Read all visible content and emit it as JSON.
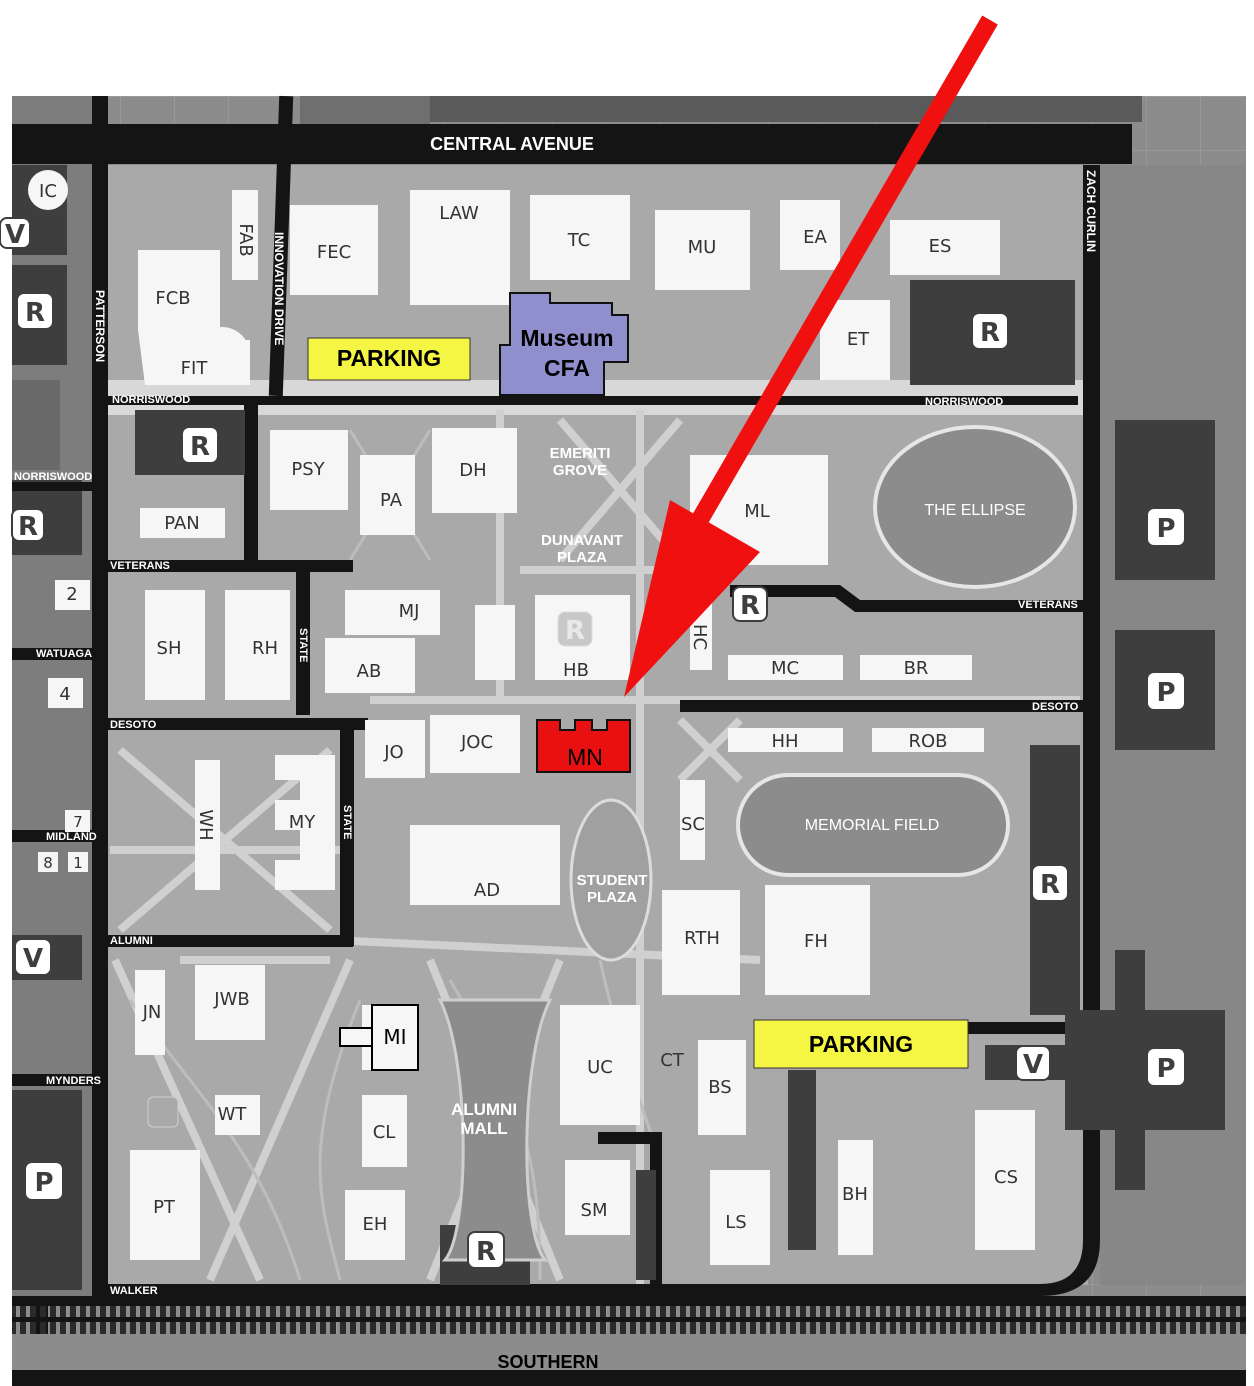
{
  "colors": {
    "background": "#8c8c8c",
    "building": "#f6f6f6",
    "dark_block": "#3e3e3e",
    "road": "#141414",
    "parking_highlight": "#f5f543",
    "museum": "#8f8fce",
    "target": "#e81010",
    "arrow": "#f01010"
  },
  "roads": {
    "central": "CENTRAL AVENUE",
    "southern": "SOUTHERN",
    "zach_curlin": "ZACH CURLIN",
    "patterson": "PATTERSON",
    "innovation": "INNOVATION DRIVE",
    "norriswood": "NORRISWOOD",
    "veterans": "VETERANS",
    "watuaga": "WATUAGA",
    "desoto": "DESOTO",
    "state": "STATE",
    "midland": "MIDLAND",
    "alumni": "ALUMNI",
    "mynders": "MYNDERS",
    "walker": "WALKER"
  },
  "plazas": {
    "emeriti_1": "EMERITI",
    "emeriti_2": "GROVE",
    "dunavant_1": "DUNAVANT",
    "dunavant_2": "PLAZA",
    "student_1": "STUDENT",
    "student_2": "PLAZA",
    "alumni_mall_1": "ALUMNI",
    "alumni_mall_2": "MALL",
    "ellipse": "THE ELLIPSE",
    "memorial_field": "MEMORIAL FIELD"
  },
  "buildings": {
    "ic": "IC",
    "fab": "FAB",
    "fcb": "FCB",
    "fit": "FIT",
    "fec": "FEC",
    "law": "LAW",
    "tc": "TC",
    "mu": "MU",
    "ea": "EA",
    "es": "ES",
    "et": "ET",
    "psy": "PSY",
    "pa": "PA",
    "dh": "DH",
    "ml": "ML",
    "pan": "PAN",
    "mj": "MJ",
    "ab": "AB",
    "sh": "SH",
    "rh": "RH",
    "hb": "HB",
    "hc": "HC",
    "mc": "MC",
    "br": "BR",
    "jo": "JO",
    "joc": "JOC",
    "hh": "HH",
    "rob": "ROB",
    "wh": "WH",
    "my": "MY",
    "sc": "SC",
    "ad": "AD",
    "rth": "RTH",
    "fh": "FH",
    "jn": "JN",
    "jwb": "JWB",
    "mi": "MI",
    "uc": "UC",
    "ct": "CT",
    "bs": "BS",
    "wt": "WT",
    "cl": "CL",
    "sm": "SM",
    "ls": "LS",
    "bh": "BH",
    "cs": "CS",
    "pt": "PT",
    "eh": "EH",
    "n2": "2",
    "n4": "4",
    "n7": "7",
    "n8": "8",
    "n1": "1"
  },
  "highlights": {
    "parking_north": "PARKING",
    "parking_south": "PARKING",
    "museum_line1": "Museum",
    "museum_line2": "CFA",
    "target": "MN"
  },
  "markers": {
    "r": "R",
    "p": "P",
    "v": "V"
  }
}
